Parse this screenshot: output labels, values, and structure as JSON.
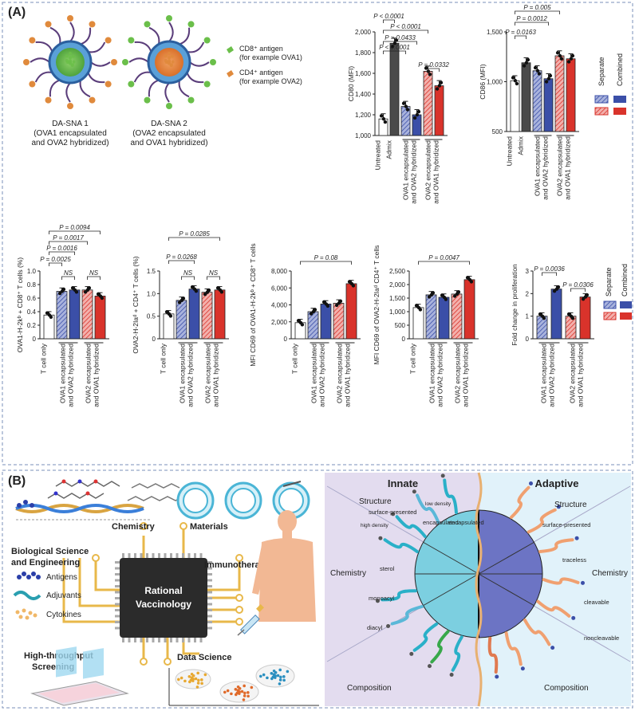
{
  "panel_a": {
    "label": "(A)",
    "sna1": {
      "name": "DA-SNA 1",
      "desc1": "(OVA1 encapsulated",
      "desc2": "and OVA2 hybridized)"
    },
    "sna2": {
      "name": "DA-SNA 2",
      "desc1": "(OVA2 encapsulated",
      "desc2": "and OVA1 hybridized)"
    },
    "legend_cd8": "CD8⁺ antigen",
    "legend_cd8b": "(for example OVA1)",
    "legend_cd4": "CD4⁺ antigen",
    "legend_cd4b": "(for example OVA2)",
    "legend_right": {
      "separate": "Separate",
      "combined": "Combined"
    },
    "cat_labels": {
      "untreated": "Untreated",
      "admix": "Admix",
      "ova1a": "OVA1 encapsulated",
      "ova1b": "and OVA2 hybridized",
      "ova2a": "OVA2 encapsulated",
      "ova2b": "and OVA1 hybridized",
      "tcell": "T cell only"
    }
  },
  "panel_b": {
    "label": "(B)",
    "chemistry": "Chemistry",
    "materials": "Materials",
    "bio1": "Biological Science",
    "bio2": "and Engineering",
    "antigens": "Antigens",
    "adjuvants": "Adjuvants",
    "cytokines": "Cytokines",
    "immunotherapy": "Immunotherapy",
    "chip1": "Rational",
    "chip2": "Vaccinology",
    "hts1": "High-throughput",
    "hts2": "Screening",
    "datasci": "Data Science",
    "innate": "Innate",
    "adaptive": "Adaptive",
    "structure": "Structure",
    "chem_side": "Chemistry",
    "composition": "Composition",
    "surface_presented": "surface-presented",
    "low_density": "low density",
    "high_density": "high density",
    "encapsulated": "encapsulated",
    "sterol": "sterol",
    "monoacyl": "monoacyl",
    "diacyl": "diacyl",
    "traceless": "traceless",
    "cleavable": "cleavable",
    "noncleavable": "noncleavable"
  },
  "colors": {
    "blue": "#3b4fa8",
    "red": "#d9332b",
    "gray": "#555555",
    "frame": "#7a8fb8",
    "innate_bg": "#e3dcef",
    "adaptive_bg": "#e1f2fa"
  },
  "chart_data": [
    {
      "type": "bar",
      "ylabel": "CD80 (MFI)",
      "categories": [
        "Untreated",
        "Admix",
        "OVA1 encapsulated and OVA2 hybridized (separate)",
        "OVA1 encapsulated and OVA2 hybridized (combined)",
        "OVA2 encapsulated and OVA1 hybridized (separate)",
        "OVA2 encapsulated and OVA1 hybridized (combined)"
      ],
      "values": [
        1160,
        1890,
        1280,
        1200,
        1620,
        1480
      ],
      "ylim": [
        1000,
        2000
      ],
      "yticks": [
        "1,000",
        "1,200",
        "1,400",
        "1,600",
        "1,800",
        "2,000"
      ],
      "pvalues": [
        "P < 0.0001",
        "P < 0.0001",
        "P = 0.0433",
        "P < 0.0001",
        "P = 0.0332"
      ]
    },
    {
      "type": "bar",
      "ylabel": "CD86 (MFI)",
      "categories": [
        "Untreated",
        "Admix",
        "OVA1 encapsulated and OVA2 hybridized (separate)",
        "OVA1 encapsulated and OVA2 hybridized (combined)",
        "OVA2 encapsulated and OVA1 hybridized (separate)",
        "OVA2 encapsulated and OVA1 hybridized (combined)"
      ],
      "values": [
        1010,
        1190,
        1110,
        1030,
        1260,
        1230
      ],
      "ylim": [
        500,
        1500
      ],
      "yticks": [
        "500",
        "1,000",
        "1,500"
      ],
      "pvalues": [
        "P = 0.005",
        "P = 0.0012",
        "P = 0.0163"
      ]
    },
    {
      "type": "bar",
      "ylabel": "OVA1-H-2kᵇ + CD8⁺ T cells (%)",
      "categories": [
        "T cell only",
        "OVA1 encapsulated and OVA2 hybridized (separate)",
        "OVA1 encapsulated and OVA2 hybridized (combined)",
        "OVA2 encapsulated and OVA1 hybridized (separate)",
        "OVA2 encapsulated and OVA1 hybridized (combined)"
      ],
      "values": [
        0.35,
        0.7,
        0.72,
        0.72,
        0.63
      ],
      "ylim": [
        0,
        1.0
      ],
      "yticks": [
        "0",
        "0.2",
        "0.4",
        "0.6",
        "0.8",
        "1.0"
      ],
      "pvalues": [
        "P = 0.0094",
        "P = 0.0017",
        "P = 0.0016",
        "P = 0.0025",
        "NS",
        "NS"
      ]
    },
    {
      "type": "bar",
      "ylabel": "OVA2-H-2Iaᵈ + CD4⁺ T cells (%)",
      "categories": [
        "T cell only",
        "OVA1 encapsulated and OVA2 hybridized (separate)",
        "OVA1 encapsulated and OVA2 hybridized (combined)",
        "OVA2 encapsulated and OVA1 hybridized (separate)",
        "OVA2 encapsulated and OVA1 hybridized (combined)"
      ],
      "values": [
        0.55,
        0.85,
        1.1,
        1.03,
        1.08
      ],
      "ylim": [
        0,
        1.5
      ],
      "yticks": [
        "0",
        "0.5",
        "1.0",
        "1.5"
      ],
      "pvalues": [
        "P = 0.0285",
        "P = 0.0268",
        "NS",
        "NS"
      ]
    },
    {
      "type": "bar",
      "ylabel": "MFI CD69 of OVA1-H-2kᵇ + CD8⁺ T cells",
      "categories": [
        "T cell only",
        "OVA1 encapsulated and OVA2 hybridized (separate)",
        "OVA1 encapsulated and OVA2 hybridized (combined)",
        "OVA2 encapsulated and OVA1 hybridized (separate)",
        "OVA2 encapsulated and OVA1 hybridized (combined)"
      ],
      "values": [
        1900,
        3200,
        4100,
        4200,
        6500
      ],
      "ylim": [
        0,
        8000
      ],
      "yticks": [
        "0",
        "2,000",
        "4,000",
        "6,000",
        "8,000"
      ],
      "pvalues": [
        "P = 0.08"
      ]
    },
    {
      "type": "bar",
      "ylabel": "MFI CD69 of OVA2-H-2Iaᵈ CD4⁺ T cells",
      "categories": [
        "T cell only",
        "OVA1 encapsulated and OVA2 hybridized (separate)",
        "OVA1 encapsulated and OVA2 hybridized (combined)",
        "OVA2 encapsulated and OVA1 hybridized (separate)",
        "OVA2 encapsulated and OVA1 hybridized (combined)"
      ],
      "values": [
        1150,
        1620,
        1530,
        1650,
        2180
      ],
      "ylim": [
        0,
        2500
      ],
      "yticks": [
        "0",
        "500",
        "1,000",
        "1,500",
        "2,000",
        "2,500"
      ],
      "pvalues": [
        "P = 0.0047"
      ]
    },
    {
      "type": "bar",
      "ylabel": "Fold change in proliferation",
      "categories": [
        "OVA1 encapsulated and OVA2 hybridized (separate)",
        "OVA1 encapsulated and OVA2 hybridized (combined)",
        "OVA2 encapsulated and OVA1 hybridized (separate)",
        "OVA2 encapsulated and OVA1 hybridized (combined)"
      ],
      "values": [
        1.0,
        2.2,
        1.0,
        1.85
      ],
      "ylim": [
        0,
        3
      ],
      "yticks": [
        "0",
        "1",
        "2",
        "3"
      ],
      "pvalues": [
        "P = 0.0036",
        "P = 0.0306"
      ]
    }
  ]
}
